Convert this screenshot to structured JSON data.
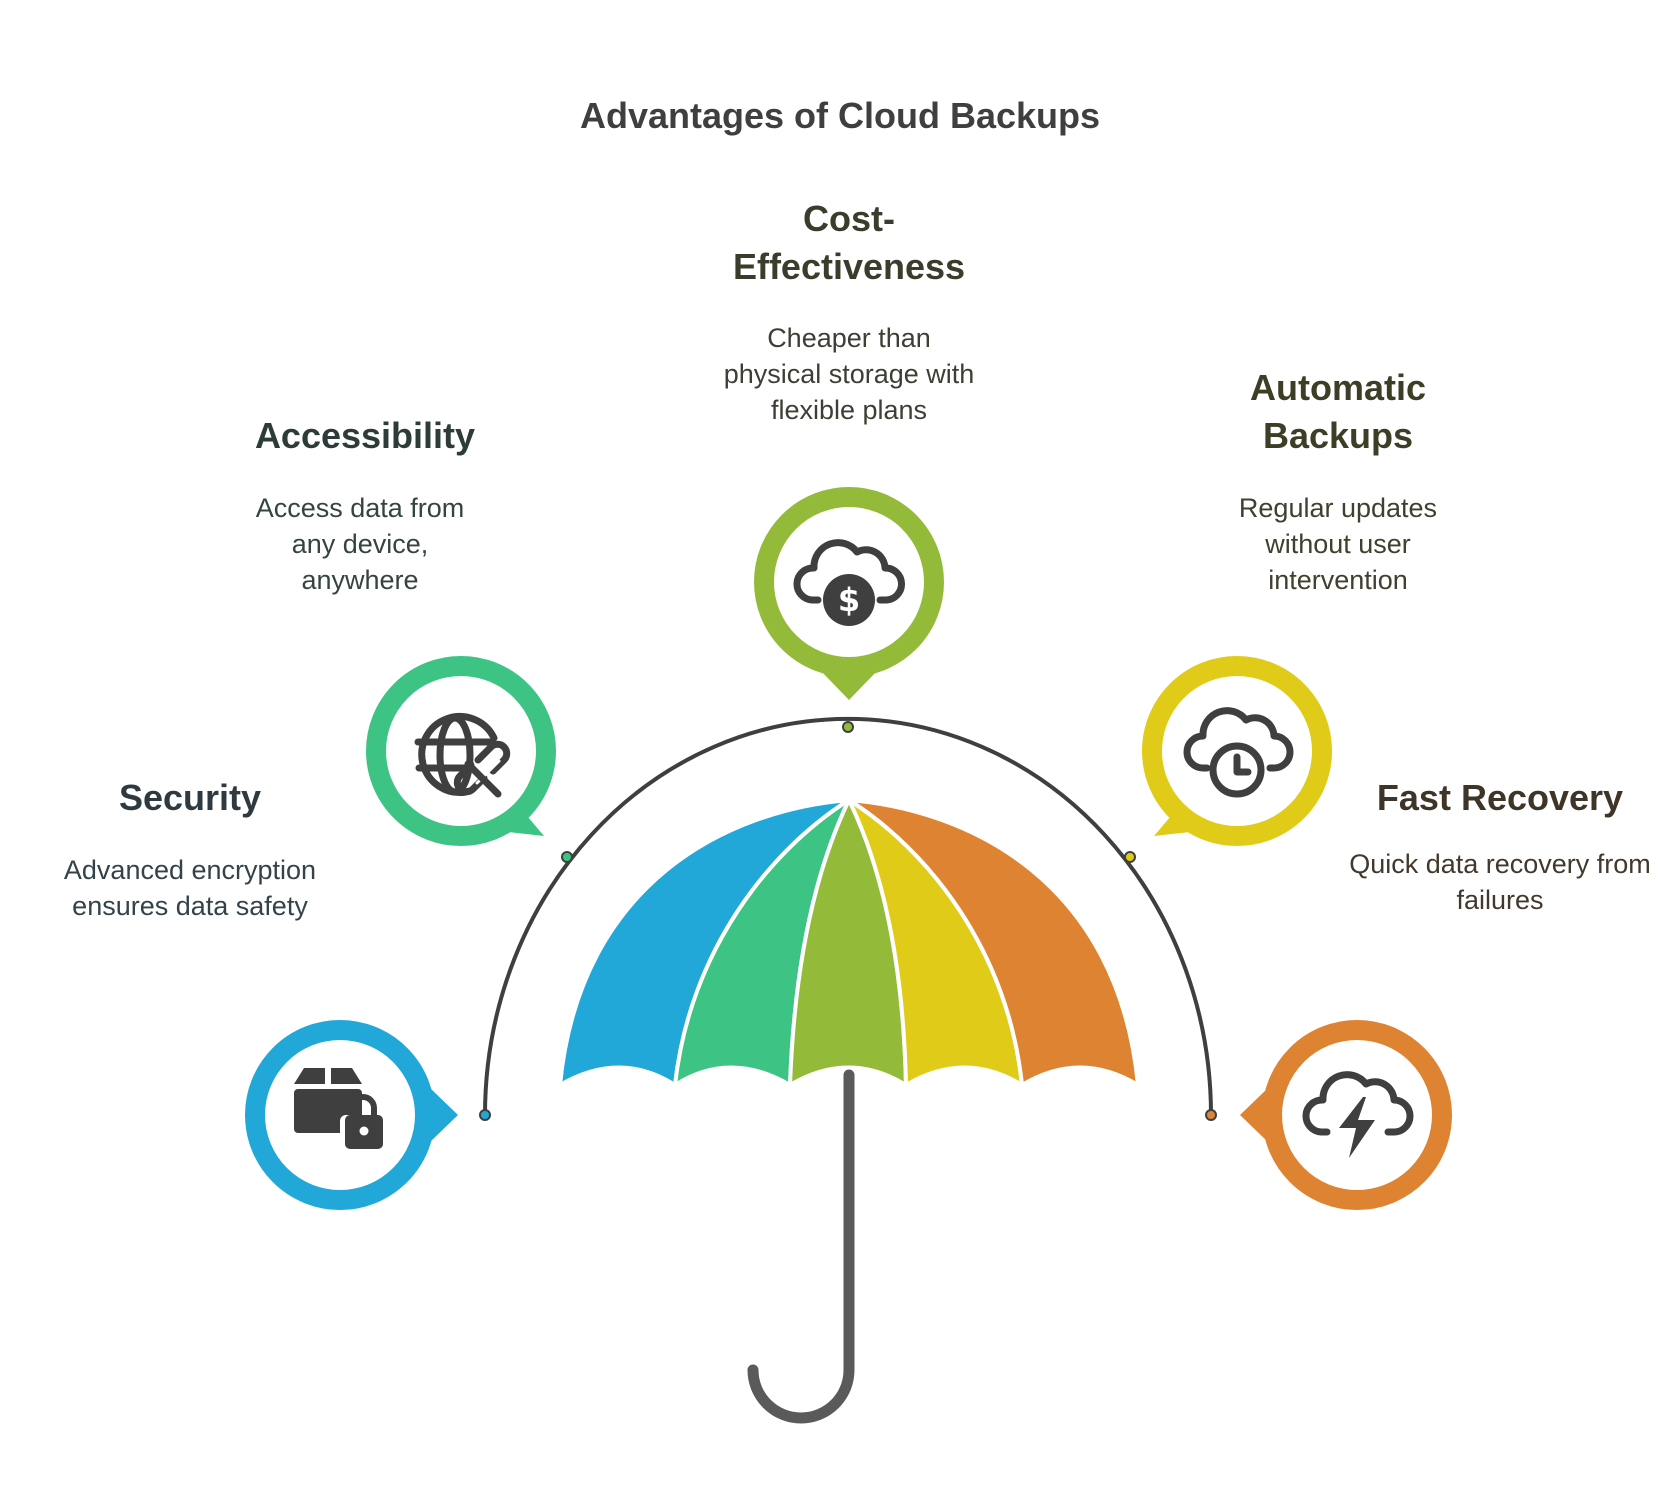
{
  "title": "Advantages of Cloud Backups",
  "items": [
    {
      "key": "security",
      "title": "Security",
      "description": "Advanced encryption ensures data safety",
      "color": "#22a8d8",
      "icon": "package-lock-icon"
    },
    {
      "key": "accessibility",
      "title": "Accessibility",
      "description": "Access data from any device, anywhere",
      "color": "#3dc484",
      "icon": "globe-link-icon"
    },
    {
      "key": "cost",
      "title": "Cost-\nEffectiveness",
      "description": "Cheaper than physical storage with flexible plans",
      "color": "#93bb39",
      "icon": "cloud-dollar-icon"
    },
    {
      "key": "automatic",
      "title": "Automatic\nBackups",
      "description": "Regular updates without user intervention",
      "color": "#dfcb18",
      "icon": "cloud-clock-icon"
    },
    {
      "key": "fast",
      "title": "Fast Recovery",
      "description": "Quick data recovery from failures",
      "color": "#de8331",
      "icon": "cloud-lightning-icon"
    }
  ],
  "colors": {
    "arc": "#3f3f3f",
    "handle": "#5a5a5a",
    "icon": "#3f3f3f"
  }
}
